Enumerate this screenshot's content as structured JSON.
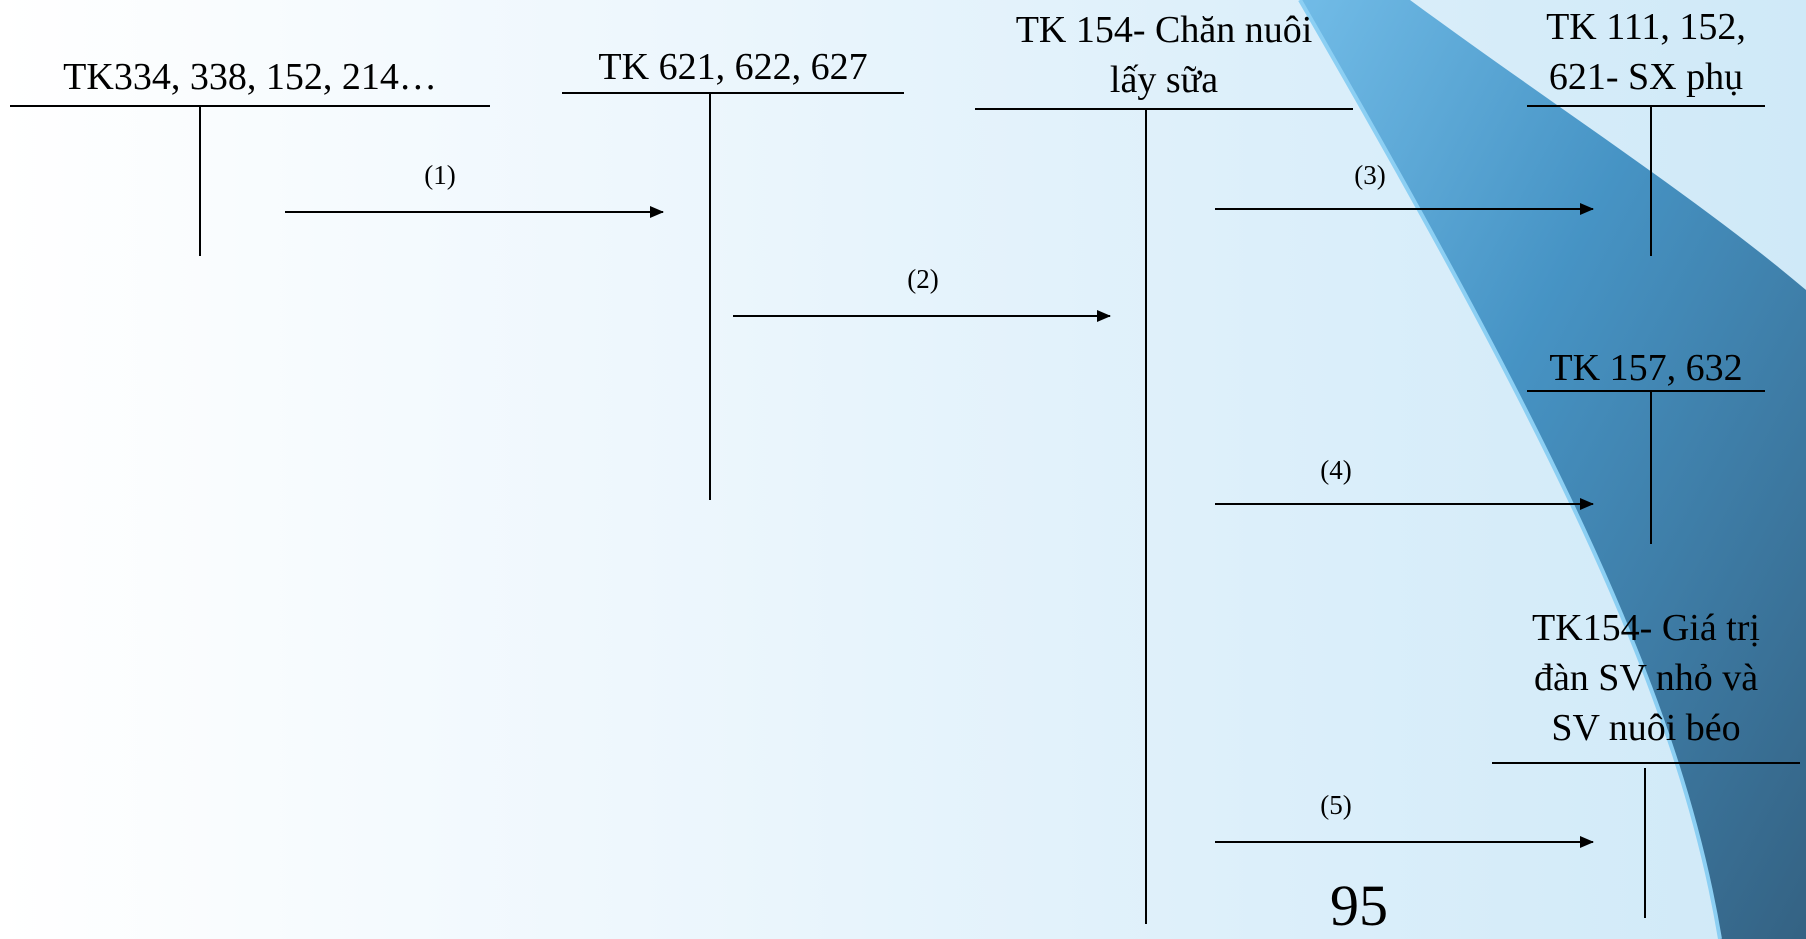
{
  "accounts": {
    "a1": {
      "lines": [
        "TK334, 338, 152, 214…"
      ]
    },
    "a2": {
      "lines": [
        "TK 621, 622, 627"
      ]
    },
    "a3": {
      "lines": [
        "TK 154- Chăn nuôi",
        "lấy sữa"
      ]
    },
    "a4": {
      "lines": [
        "TK 111, 152,",
        "621- SX phụ"
      ]
    },
    "a5": {
      "lines": [
        "TK 157, 632"
      ]
    },
    "a6": {
      "lines": [
        "TK154- Giá trị",
        "đàn SV nhỏ và",
        "SV nuôi béo"
      ]
    }
  },
  "steps": [
    "(1)",
    "(2)",
    "(3)",
    "(4)",
    "(5)"
  ],
  "page_number": "95",
  "colors": {
    "ribbon_light": "#66b3e2",
    "ribbon_dark": "#2f5f82",
    "ink": "#000000"
  }
}
